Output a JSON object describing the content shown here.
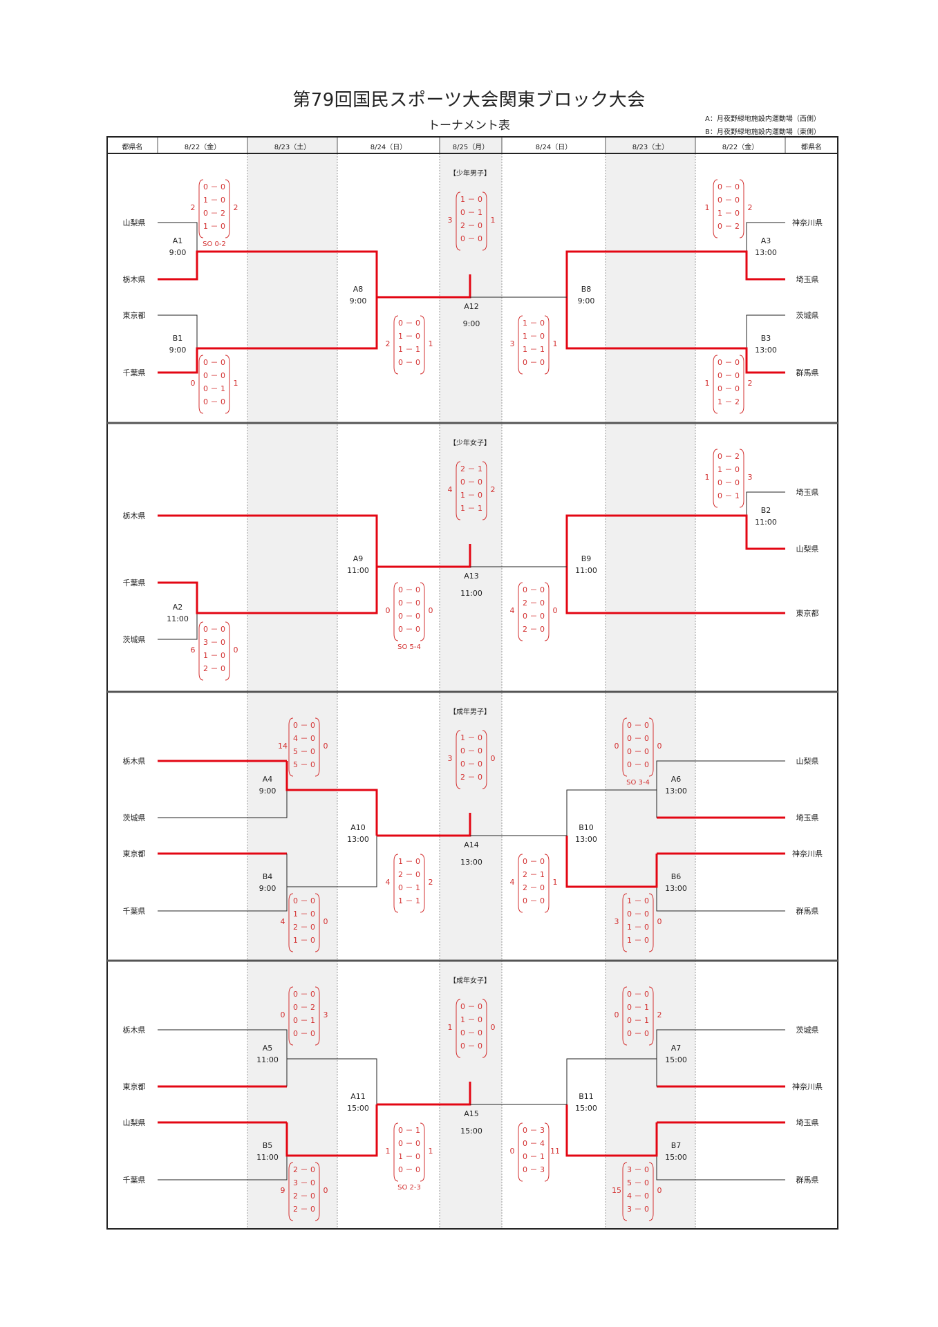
{
  "title": "第79回国民スポーツ大会関東ブロック大会",
  "subtitle": "トーナメント表",
  "venues": {
    "a": "A：月夜野緑地施設内運動場（西側）",
    "b": "B：月夜野緑地施設内運動場（東側）"
  },
  "header": [
    "都県名",
    "8/22（金）",
    "8/23（土）",
    "8/24（日）",
    "8/25（月）",
    "8/24（日）",
    "8/23（土）",
    "8/22（金）",
    "都県名"
  ],
  "colors": {
    "win": "#e30613",
    "line": "#222222",
    "score": "#d32f2f",
    "shade": "#f0f0f0"
  },
  "sections": [
    {
      "label": "【少年男子】",
      "teams_left": [
        "山梨県",
        "栃木県",
        "東京都",
        "千葉県"
      ],
      "teams_right": [
        "神奈川県",
        "埼玉県",
        "茨城県",
        "群馬県"
      ],
      "matches": [
        {
          "id": "A1",
          "time": "9:00"
        },
        {
          "id": "B1",
          "time": "9:00"
        },
        {
          "id": "A3",
          "time": "13:00"
        },
        {
          "id": "B3",
          "time": "13:00"
        },
        {
          "id": "A8",
          "time": "9:00"
        },
        {
          "id": "B8",
          "time": "9:00"
        },
        {
          "id": "A12",
          "time": "9:00"
        }
      ],
      "scores": [
        {
          "l": "2",
          "r": "2",
          "rows": [
            "0 － 0",
            "1 － 0",
            "0 － 2",
            "1 － 0"
          ],
          "note": "SO 0-2"
        },
        {
          "l": "0",
          "r": "1",
          "rows": [
            "0 － 0",
            "0 － 0",
            "0 － 1",
            "0 － 0"
          ]
        },
        {
          "l": "1",
          "r": "2",
          "rows": [
            "0 － 0",
            "0 － 0",
            "1 － 0",
            "0 － 2"
          ]
        },
        {
          "l": "1",
          "r": "2",
          "rows": [
            "0 － 0",
            "0 － 0",
            "0 － 0",
            "1 － 2"
          ]
        },
        {
          "l": "2",
          "r": "1",
          "rows": [
            "0 － 0",
            "1 － 0",
            "1 － 1",
            "0 － 0"
          ]
        },
        {
          "l": "3",
          "r": "1",
          "rows": [
            "1 － 0",
            "1 － 0",
            "1 － 1",
            "0 － 0"
          ]
        },
        {
          "l": "3",
          "r": "1",
          "rows": [
            "1 － 0",
            "0 － 1",
            "2 － 0",
            "0 － 0"
          ]
        }
      ]
    },
    {
      "label": "【少年女子】",
      "teams_left": [
        "栃木県",
        "千葉県",
        "茨城県"
      ],
      "teams_right": [
        "埼玉県",
        "山梨県",
        "東京都"
      ],
      "matches": [
        {
          "id": "A2",
          "time": "11:00"
        },
        {
          "id": "B2",
          "time": "11:00"
        },
        {
          "id": "A9",
          "time": "11:00"
        },
        {
          "id": "B9",
          "time": "11:00"
        },
        {
          "id": "A13",
          "time": "11:00"
        }
      ],
      "scores": [
        {
          "l": "6",
          "r": "0",
          "rows": [
            "0 － 0",
            "3 － 0",
            "1 － 0",
            "2 － 0"
          ]
        },
        {
          "l": "1",
          "r": "3",
          "rows": [
            "0 － 2",
            "1 － 0",
            "0 － 0",
            "0 － 1"
          ]
        },
        {
          "l": "0",
          "r": "0",
          "rows": [
            "0 － 0",
            "0 － 0",
            "0 － 0",
            "0 － 0"
          ],
          "note": "SO 5-4"
        },
        {
          "l": "4",
          "r": "0",
          "rows": [
            "0 － 0",
            "2 － 0",
            "0 － 0",
            "2 － 0"
          ]
        },
        {
          "l": "4",
          "r": "2",
          "rows": [
            "2 － 1",
            "0 － 0",
            "1 － 0",
            "1 － 1"
          ]
        }
      ]
    },
    {
      "label": "【成年男子】",
      "teams_left": [
        "栃木県",
        "茨城県",
        "東京都",
        "千葉県"
      ],
      "teams_right": [
        "山梨県",
        "埼玉県",
        "神奈川県",
        "群馬県"
      ],
      "matches": [
        {
          "id": "A4",
          "time": "9:00"
        },
        {
          "id": "B4",
          "time": "9:00"
        },
        {
          "id": "A6",
          "time": "13:00"
        },
        {
          "id": "B6",
          "time": "13:00"
        },
        {
          "id": "A10",
          "time": "13:00"
        },
        {
          "id": "B10",
          "time": "13:00"
        },
        {
          "id": "A14",
          "time": "13:00"
        }
      ],
      "scores": [
        {
          "l": "14",
          "r": "0",
          "rows": [
            "0 － 0",
            "4 － 0",
            "5 － 0",
            "5 － 0"
          ]
        },
        {
          "l": "4",
          "r": "0",
          "rows": [
            "0 － 0",
            "1 － 0",
            "2 － 0",
            "1 － 0"
          ]
        },
        {
          "l": "0",
          "r": "0",
          "rows": [
            "0 － 0",
            "0 － 0",
            "0 － 0",
            "0 － 0"
          ],
          "note": "SO 3-4"
        },
        {
          "l": "3",
          "r": "0",
          "rows": [
            "1 － 0",
            "0 － 0",
            "1 － 0",
            "1 － 0"
          ]
        },
        {
          "l": "4",
          "r": "2",
          "rows": [
            "1 － 0",
            "2 － 0",
            "0 － 1",
            "1 － 1"
          ]
        },
        {
          "l": "4",
          "r": "1",
          "rows": [
            "0 － 0",
            "2 － 1",
            "2 － 0",
            "0 － 0"
          ]
        },
        {
          "l": "3",
          "r": "0",
          "rows": [
            "1 － 0",
            "0 － 0",
            "0 － 0",
            "2 － 0"
          ]
        }
      ]
    },
    {
      "label": "【成年女子】",
      "teams_left": [
        "栃木県",
        "東京都",
        "山梨県",
        "千葉県"
      ],
      "teams_right": [
        "茨城県",
        "神奈川県",
        "埼玉県",
        "群馬県"
      ],
      "matches": [
        {
          "id": "A5",
          "time": "11:00"
        },
        {
          "id": "B5",
          "time": "11:00"
        },
        {
          "id": "A7",
          "time": "15:00"
        },
        {
          "id": "B7",
          "time": "15:00"
        },
        {
          "id": "A11",
          "time": "15:00"
        },
        {
          "id": "B11",
          "time": "15:00"
        },
        {
          "id": "A15",
          "time": "15:00"
        }
      ],
      "scores": [
        {
          "l": "0",
          "r": "3",
          "rows": [
            "0 － 0",
            "0 － 2",
            "0 － 1",
            "0 － 0"
          ]
        },
        {
          "l": "9",
          "r": "0",
          "rows": [
            "2 － 0",
            "3 － 0",
            "2 － 0",
            "2 － 0"
          ]
        },
        {
          "l": "0",
          "r": "2",
          "rows": [
            "0 － 0",
            "0 － 1",
            "0 － 1",
            "0 － 0"
          ]
        },
        {
          "l": "15",
          "r": "0",
          "rows": [
            "3 － 0",
            "5 － 0",
            "4 － 0",
            "3 － 0"
          ]
        },
        {
          "l": "1",
          "r": "1",
          "rows": [
            "0 － 1",
            "0 － 0",
            "1 － 0",
            "0 － 0"
          ],
          "note": "SO 2-3"
        },
        {
          "l": "0",
          "r": "11",
          "rows": [
            "0 － 3",
            "0 － 4",
            "0 － 1",
            "0 － 3"
          ]
        },
        {
          "l": "1",
          "r": "0",
          "rows": [
            "0 － 0",
            "1 － 0",
            "0 － 0",
            "0 － 0"
          ]
        }
      ]
    }
  ]
}
